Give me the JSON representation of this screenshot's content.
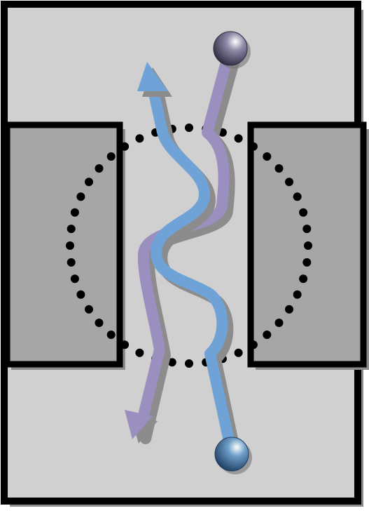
{
  "diagram": {
    "colors": {
      "chamber_fill": "#d0d0d0",
      "block_fill": "#a6a6a6",
      "outline": "#000000",
      "shadow": "#8c8c8c",
      "path_blue": "#6fa3d8",
      "path_purple": "#9a8fbf",
      "sphere_top": "#8e8aa8",
      "sphere_bottom": "#6e9ec8",
      "dots": "#000000"
    },
    "elements": {
      "outer_chamber": "rectangle",
      "left_block": "rectangle",
      "right_block": "rectangle",
      "interaction_region": "dotted-circle",
      "blue_particle_path": "arrow",
      "purple_particle_path": "arrow",
      "top_sphere": "sphere",
      "bottom_sphere": "sphere"
    }
  }
}
